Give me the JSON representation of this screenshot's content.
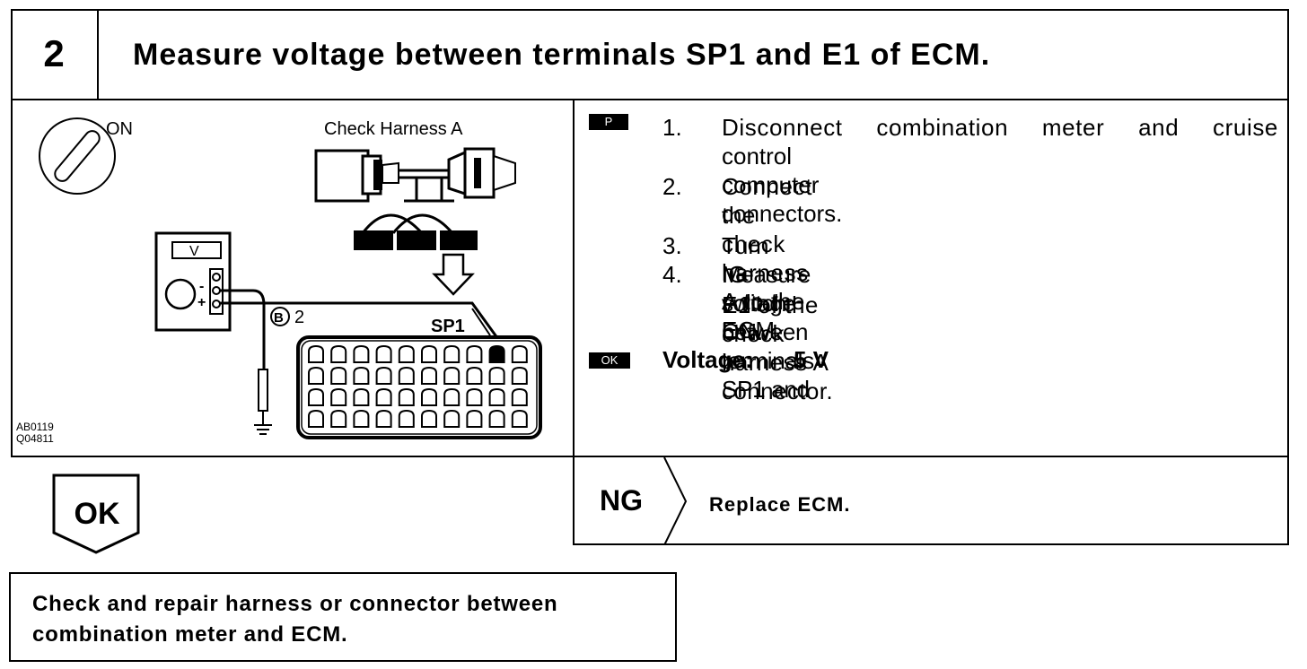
{
  "header": {
    "step_number": "2",
    "title": "Measure voltage between terminals SP1 and E1 of ECM."
  },
  "diagram": {
    "switch_label": "ON",
    "harness_label": "Check Harness A",
    "meter_label": "V",
    "minus_sign": "-",
    "plus_sign": "+",
    "connector_label": "B",
    "connector_pin": "2",
    "terminal_label": "SP1",
    "figure_codes": [
      "AB0119",
      "Q04811"
    ]
  },
  "procedure": {
    "prep_badge": "P",
    "steps": [
      {
        "num": "1.",
        "lines": [
          "Disconnect combination meter and cruise",
          "control computer connectors."
        ]
      },
      {
        "num": "2.",
        "lines": [
          "Connect the check harness A to the ECM."
        ]
      },
      {
        "num": "3.",
        "lines": [
          "Turn IG switch ON."
        ]
      },
      {
        "num": "4.",
        "lines": [
          "Measure voltage between terminals SP1 and",
          "E1 of the check harness A connector."
        ]
      }
    ],
    "ok_badge": "OK",
    "spec_label": "Voltage:",
    "spec_value": "5 V"
  },
  "ok_branch": {
    "label": "OK",
    "action_lines": [
      "Check and repair harness or connector between",
      "combination meter and ECM."
    ]
  },
  "ng_branch": {
    "label": "NG",
    "action": "Replace ECM."
  }
}
